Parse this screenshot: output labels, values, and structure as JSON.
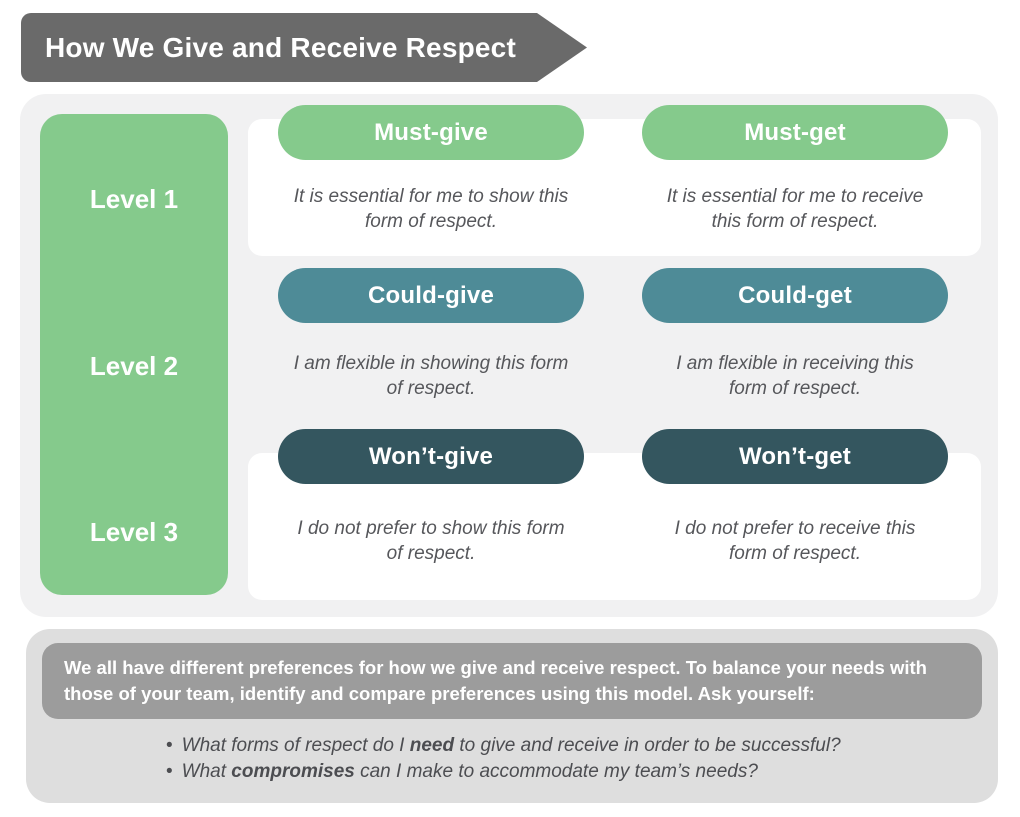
{
  "banner": {
    "title": "How We Give and Receive Respect"
  },
  "matrix": {
    "rows": [
      {
        "level": "Level 1",
        "give": {
          "label": "Must-give",
          "lines": [
            "It is essential for me to show this",
            "form of respect."
          ]
        },
        "get": {
          "label": "Must-get",
          "lines": [
            "It is essential for me to receive",
            "this form of respect."
          ]
        }
      },
      {
        "level": "Level 2",
        "give": {
          "label": "Could-give",
          "lines": [
            "I am flexible in showing this form",
            "of respect."
          ]
        },
        "get": {
          "label": "Could-get",
          "lines": [
            "I am flexible in receiving this",
            "form of respect."
          ]
        }
      },
      {
        "level": "Level 3",
        "give": {
          "label": "Won’t-give",
          "lines": [
            "I do not prefer to show this form",
            "of respect."
          ]
        },
        "get": {
          "label": "Won’t-get",
          "lines": [
            "I do not prefer to receive this",
            "form of respect."
          ]
        }
      }
    ]
  },
  "footer": {
    "intro_lines": [
      "We all have different preferences for how we give and receive respect. To balance your needs with",
      "those of your team, identify and compare preferences using this model. Ask yourself:"
    ],
    "bullets": [
      {
        "dot": "•",
        "pre": "What forms of respect do I ",
        "bold": "need",
        "post": " to give and receive in order to be successful?"
      },
      {
        "dot": "•",
        "pre": "What ",
        "bold": "compromises",
        "post": " can I make to accommodate my team’s needs?"
      }
    ]
  },
  "colors": {
    "banner_gray": "#6a6a6a",
    "matrix_panel_gray": "#f1f1f2",
    "footer_panel_gray": "#dedede",
    "footer_header_gray": "#9c9c9c",
    "level1_green": "#85ca8c",
    "level2_teal": "#4e8b97",
    "level3_dark_teal": "#34565f",
    "description_text_gray": "#56575b",
    "bullet_text_gray": "#4c4d51",
    "card_white": "#ffffff"
  }
}
